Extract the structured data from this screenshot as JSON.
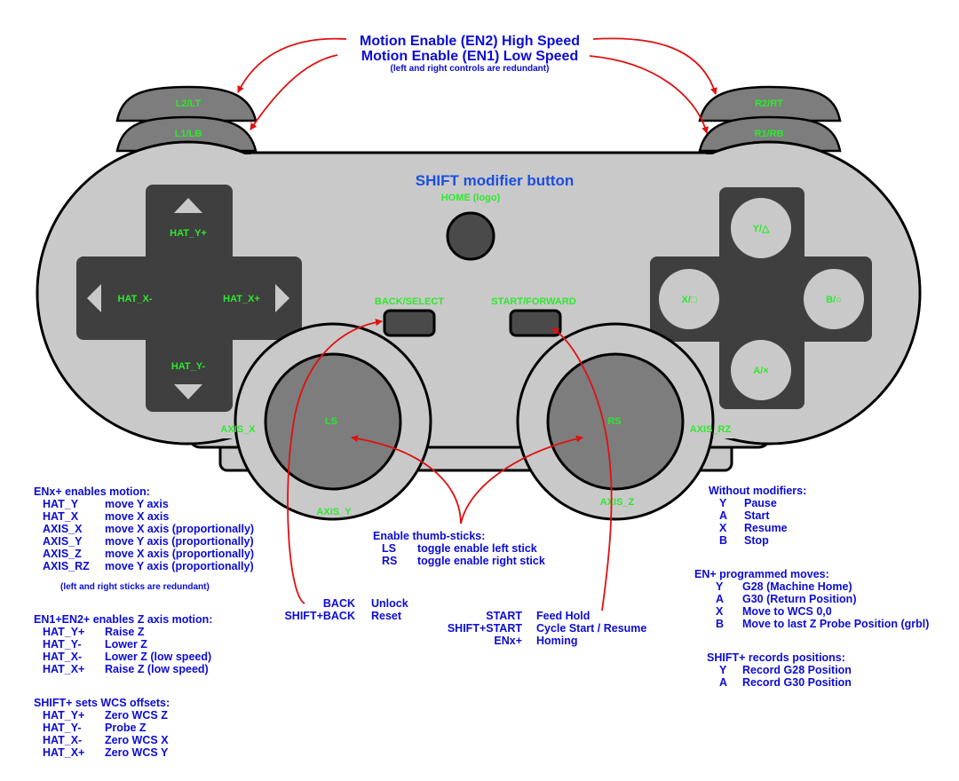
{
  "header": {
    "high_speed": "Motion Enable (EN2) High Speed",
    "low_speed": "Motion Enable (EN1) Low Speed",
    "redundant_note": "(left and right controls are redundant)"
  },
  "bumpers": {
    "l2": "L2/LT",
    "l1": "L1/LB",
    "r2": "R2/RT",
    "r1": "R1/RB"
  },
  "controller": {
    "shift_label": "SHIFT modifier button",
    "home_label": "HOME (logo)",
    "back_label": "BACK/SELECT",
    "start_label": "START/FORWARD",
    "hat_y_plus": "HAT_Y+",
    "hat_y_minus": "HAT_Y-",
    "hat_x_minus": "HAT_X-",
    "hat_x_plus": "HAT_X+",
    "btn_y": "Y/△",
    "btn_x": "X/□",
    "btn_b": "B/○",
    "btn_a": "A/×",
    "ls": "LS",
    "rs": "RS",
    "axis_x": "AXIS_X",
    "axis_y": "AXIS_Y",
    "axis_z": "AXIS_Z",
    "axis_rz": "AXIS_RZ"
  },
  "left_panel": {
    "enx_title": "ENx+ enables motion:",
    "enx_rows": [
      {
        "key": "HAT_Y",
        "desc": "move Y axis"
      },
      {
        "key": "HAT_X",
        "desc": "move X axis"
      },
      {
        "key": "AXIS_X",
        "desc": "move X axis (proportionally)"
      },
      {
        "key": "AXIS_Y",
        "desc": "move Y axis (proportionally)"
      },
      {
        "key": "AXIS_Z",
        "desc": "move X axis (proportionally)"
      },
      {
        "key": "AXIS_RZ",
        "desc": "move Y axis (proportionally)"
      }
    ],
    "sticks_note": "(left and right sticks are redundant)",
    "z_title": "EN1+EN2+ enables Z axis motion:",
    "z_rows": [
      {
        "key": "HAT_Y+",
        "desc": "Raise Z"
      },
      {
        "key": "HAT_Y-",
        "desc": "Lower Z"
      },
      {
        "key": "HAT_X-",
        "desc": "Lower Z (low speed)"
      },
      {
        "key": "HAT_X+",
        "desc": "Raise Z (low speed)"
      }
    ],
    "wcs_title": "SHIFT+ sets WCS offsets:",
    "wcs_rows": [
      {
        "key": "HAT_Y+",
        "desc": "Zero WCS Z"
      },
      {
        "key": "HAT_Y-",
        "desc": "Probe Z"
      },
      {
        "key": "HAT_X-",
        "desc": "Zero WCS X"
      },
      {
        "key": "HAT_X+",
        "desc": "Zero WCS Y"
      }
    ]
  },
  "center_panel": {
    "thumb_title": "Enable thumb-sticks:",
    "thumb_rows": [
      {
        "key": "LS",
        "desc": "toggle enable left stick"
      },
      {
        "key": "RS",
        "desc": "toggle enable right stick"
      }
    ],
    "back_rows": [
      {
        "key": "BACK",
        "desc": "Unlock"
      },
      {
        "key": "SHIFT+BACK",
        "desc": "Reset"
      }
    ],
    "start_rows": [
      {
        "key": "START",
        "desc": "Feed Hold"
      },
      {
        "key": "SHIFT+START",
        "desc": "Cycle Start / Resume"
      },
      {
        "key": "ENx+",
        "desc": "Homing"
      }
    ]
  },
  "right_panel": {
    "nomod_title": "Without modifiers:",
    "nomod_rows": [
      {
        "key": "Y",
        "desc": "Pause"
      },
      {
        "key": "A",
        "desc": "Start"
      },
      {
        "key": "X",
        "desc": "Resume"
      },
      {
        "key": "B",
        "desc": "Stop"
      }
    ],
    "prog_title": "EN+ programmed moves:",
    "prog_rows": [
      {
        "key": "Y",
        "desc": "G28 (Machine Home)"
      },
      {
        "key": "A",
        "desc": "G30 (Return Position)"
      },
      {
        "key": "X",
        "desc": "Move to WCS 0,0"
      },
      {
        "key": "B",
        "desc": "Move to last Z Probe Position (grbl)"
      }
    ],
    "rec_title": "SHIFT+ records positions:",
    "rec_rows": [
      {
        "key": "Y",
        "desc": "Record G28 Position"
      },
      {
        "key": "A",
        "desc": "Record G30 Position"
      }
    ]
  }
}
